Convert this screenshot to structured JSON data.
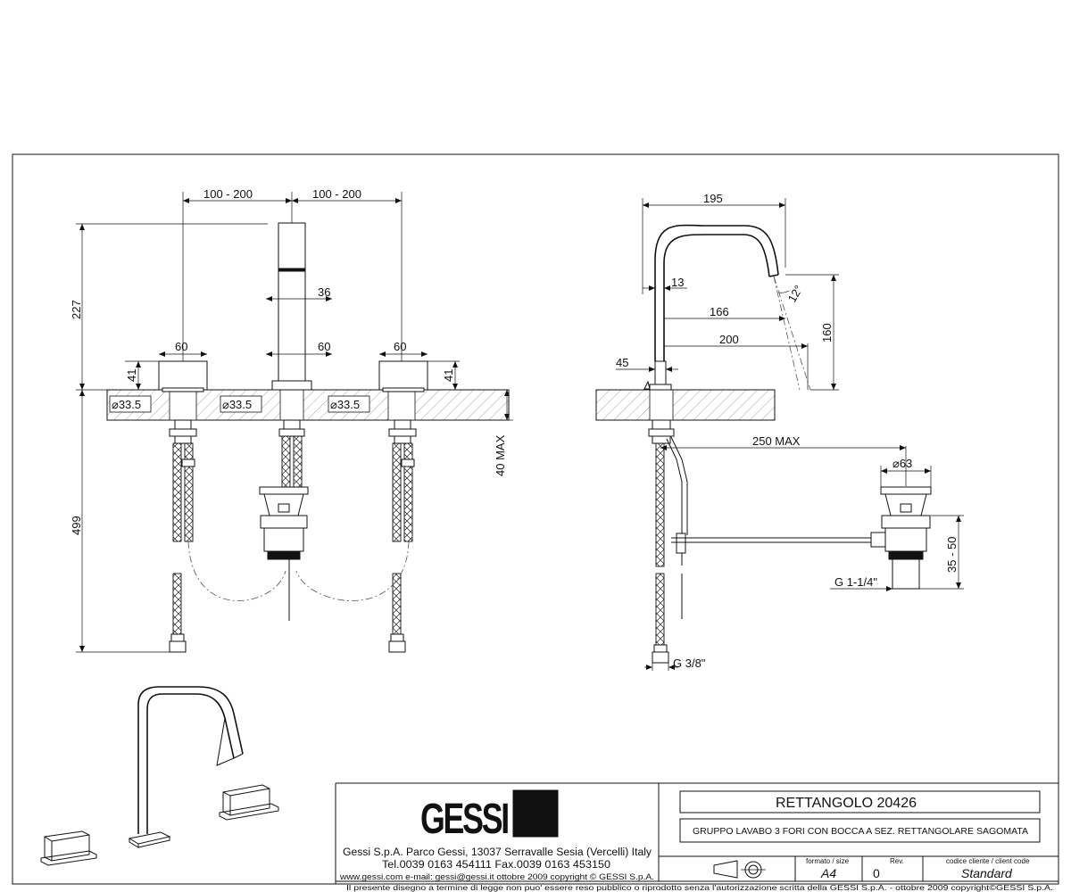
{
  "dimensions": {
    "spacing_left": "100  -  200",
    "spacing_right": "100  -  200",
    "height_total": "227",
    "handle_width_left": "60",
    "handle_width_right": "60",
    "spout_width": "60",
    "spout_depth": "36",
    "handle_height_left": "41",
    "handle_height_right": "41",
    "hole_left": "33.5",
    "hole_center": "33.5",
    "hole_right": "33.5",
    "deck_thickness": "40  MAX",
    "hose_length": "499",
    "spout_reach": "195",
    "spout_wall": "13",
    "jet_166": "166",
    "jet_200": "200",
    "jet_angle": "12°",
    "jet_height": "160",
    "base_45": "45",
    "drain_reach": "250  MAX",
    "drain_diameter": "63",
    "drain_range": "35  -  50",
    "drain_thread": "G  1-1/4\"",
    "supply_thread": "G  3/8\""
  },
  "title_block": {
    "brand": "GESSI",
    "address": "Gessi S.p.A. Parco Gessi, 13037 Serravalle Sesia (Vercelli) Italy",
    "phone": "Tel.0039  0163  454111  Fax.0039  0163  453150",
    "web": "www.gessi.com  e-mail:  gessi@gessi.it   ottobre  2009   copyright © GESSI  S.p.A.",
    "product_name": "RETTANGOLO  20426",
    "description": "GRUPPO LAVABO 3 FORI CON BOCCA A SEZ. RETTANGOLARE SAGOMATA",
    "format_label": "formato / size",
    "format_value": "A4",
    "rev_label": "Rev.",
    "rev_value": "0",
    "client_label": "codice cliente / client code",
    "client_value": "Standard",
    "legal": "Il  presente  disegno  a  termine  di  legge  non  puo'  essere  reso  pubblico  o  riprodotto  senza  l'autorizzazione  scritta  della  GESSI  S.p.A.  -  ottobre  2009   copyright©GESSI  S.p.A."
  }
}
